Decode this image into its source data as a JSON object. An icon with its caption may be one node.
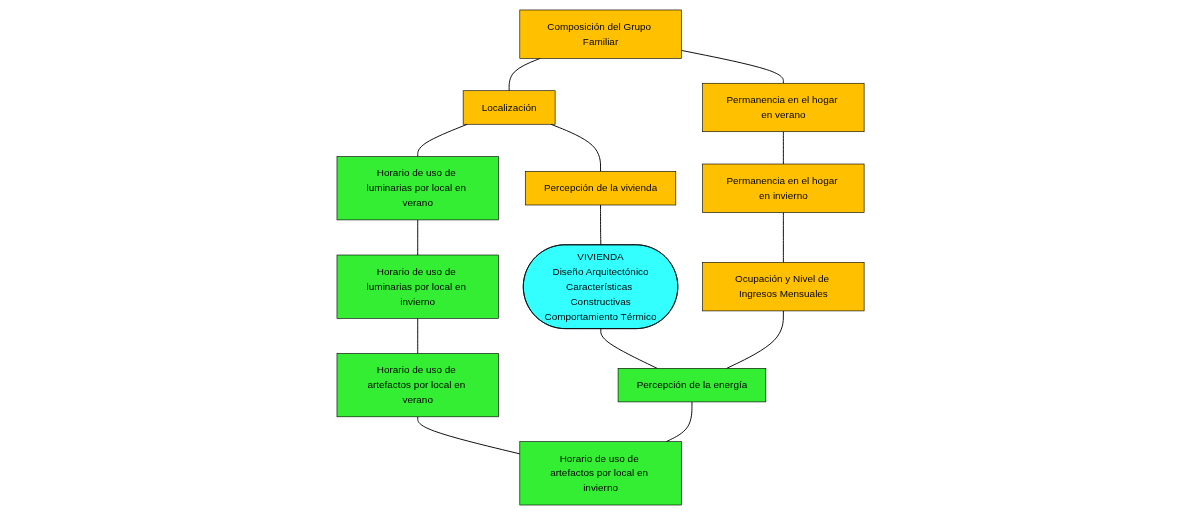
{
  "diagram": {
    "nodes": [
      {
        "text": [
          "Composición del Grupo Familiar"
        ]
      },
      {
        "text": [
          "Localización"
        ]
      },
      {
        "text": [
          "Horario de uso de luminarias por local en verano"
        ]
      },
      {
        "text": [
          "Permanencia en el hogar en verano"
        ]
      },
      {
        "text": [
          "Percepción de la vivienda"
        ]
      },
      {
        "text": [
          "Horario de uso de luminarias por local en invierno"
        ]
      },
      {
        "text": [
          "Permanencia en el hogar en invierno"
        ]
      },
      {
        "text": [
          "VIVIENDA",
          "Diseño Arquitectónico",
          "Características Constructivas",
          "Comportamiento Térmico"
        ]
      },
      {
        "text": [
          "Horario de uso de artefactos por local en verano"
        ]
      },
      {
        "text": [
          "Ocupación y Nivel de Ingresos Mensuales"
        ]
      },
      {
        "text": [
          "Percepción de la energía"
        ]
      },
      {
        "text": [
          "Horario de uso de artefactos por local en invierno"
        ]
      }
    ],
    "edges": [
      {
        "from": 0,
        "to": 1,
        "arrow": "none"
      },
      {
        "from": 1,
        "to": 2,
        "arrow": "none"
      },
      {
        "from": 0,
        "to": 3,
        "arrow": "none"
      },
      {
        "from": 1,
        "to": 4,
        "arrow": "none"
      },
      {
        "from": 2,
        "to": 5,
        "arrow": "none"
      },
      {
        "from": 3,
        "to": 6,
        "arrow": "none"
      },
      {
        "from": 4,
        "to": 7,
        "arrow": "none"
      },
      {
        "from": 5,
        "to": 8,
        "arrow": "none"
      },
      {
        "from": 6,
        "to": 9,
        "arrow": "none"
      },
      {
        "from": 7,
        "to": 10,
        "arrow": "none"
      },
      {
        "from": 8,
        "to": 11,
        "arrow": "none"
      },
      {
        "from": 9,
        "to": 10,
        "arrow": "none"
      },
      {
        "from": 10,
        "to": 11,
        "arrow": "none"
      }
    ]
  }
}
